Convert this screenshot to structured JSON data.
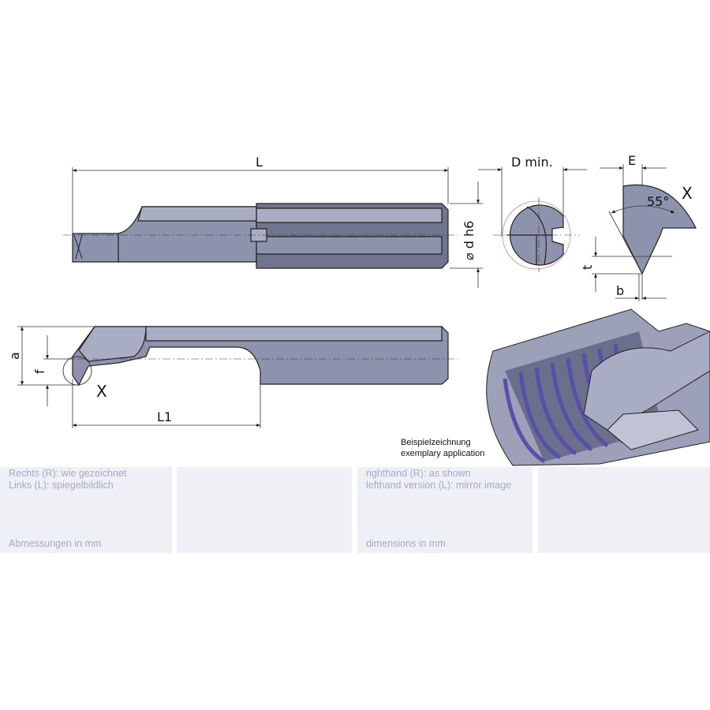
{
  "drawing": {
    "labels": {
      "L": "L",
      "D_min": "D min.",
      "E": "E",
      "X_detail": "X",
      "angle": "55°",
      "d_h6": "⌀ d h6",
      "t": "t",
      "b": "b",
      "a": "a",
      "f": "f",
      "X_marker": "X",
      "L1": "L1"
    },
    "example_caption": {
      "de": "Beispielzeichnung",
      "en": "exemplary application"
    }
  },
  "footer": {
    "de": {
      "line1": "Rechts (R): wie gezeichnet",
      "line2": "Links (L): spiegelbildlich",
      "units": "Abmessungen in mm"
    },
    "en": {
      "line1": "righthand (R): as shown",
      "line2": "lefthand version (L): mirror image",
      "units": "dimensions in mm"
    }
  },
  "colors": {
    "tool_body": "#8e93ad",
    "thread_accent": "#5a4fa8",
    "footer_panel": "#eef0f5",
    "footer_text": "#a4a9cc"
  }
}
